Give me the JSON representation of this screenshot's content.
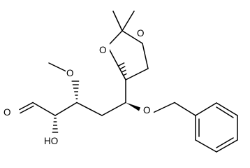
{
  "atoms": {
    "aldehyde_o": "O",
    "hydroxyl": "HO",
    "methoxy_o": "O",
    "ring_o_top": "O",
    "ring_o_left": "O",
    "benzyl_o": "O"
  },
  "colors": {
    "bond": "#000000",
    "background": "#ffffff"
  }
}
